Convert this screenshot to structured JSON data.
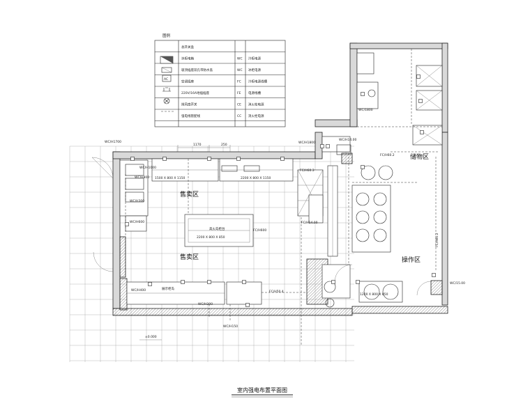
{
  "legend": {
    "title": "图例",
    "left_items": [
      {
        "symbol": "box-empty",
        "label": "总开关盒"
      },
      {
        "symbol": "distribution-box-icon",
        "label": "冰柜电箱"
      },
      {
        "symbol": "dual-socket-icon",
        "label": "吸顶插座双孔带防水盖"
      },
      {
        "symbol": "ac-icon",
        "code": "AC",
        "label": "空调插座"
      },
      {
        "symbol": "socket-220-icon",
        "label": "220V/16A地插插座"
      },
      {
        "symbol": "light-cross-icon",
        "label": "排风扇开关"
      },
      {
        "symbol": "dashed-line-icon",
        "label": "强电线管配线"
      }
    ],
    "right_items": [
      {
        "code": "WC",
        "label": "冷柜电源"
      },
      {
        "code": "WC",
        "label": "冰柜电源"
      },
      {
        "code": "FC",
        "label": "冷柜电源线槽"
      },
      {
        "code": "FE",
        "label": "电源线槽"
      },
      {
        "code": "CE",
        "label": "消火栓电源"
      },
      {
        "code": "CC",
        "label": "消火栓电源"
      }
    ]
  },
  "zones": {
    "sales_1": "售卖区",
    "sales_2": "售卖区",
    "storage": "储物区",
    "work": "操作区"
  },
  "labels": {
    "wc1": "WC/H1700",
    "wc2": "WC/H1000",
    "wc3": "WC/H800",
    "wc4": "WC/H300",
    "wc5": "WC/H1800",
    "wc6": "WC/H14.00",
    "wc7": "WC/H600",
    "wc8": "WC/H400",
    "wc9": "WC/H300",
    "wc10": "WC/H150",
    "wc11": "WC/1800",
    "wc12": "WC/15.00",
    "fc1": "FC/H60.3",
    "fc2": "FC/H14.00",
    "fc3": "FC/H50.4",
    "fc4": "FC/H60.2",
    "fc5": "FC/H60.2",
    "fc6": "FC/H600",
    "dim1": "1170",
    "dim2": "250",
    "dim3": "1500 X 800 X 1150",
    "dim4": "2200 X 800 X 1150",
    "dim5": "2200 X 800 X 850",
    "dim6": "1200 X 800 X 850",
    "island": "高火岛柜台",
    "counter": "展示柜岛",
    "level": "±0.000",
    "drawing_title": "室内强电布置平面图"
  }
}
